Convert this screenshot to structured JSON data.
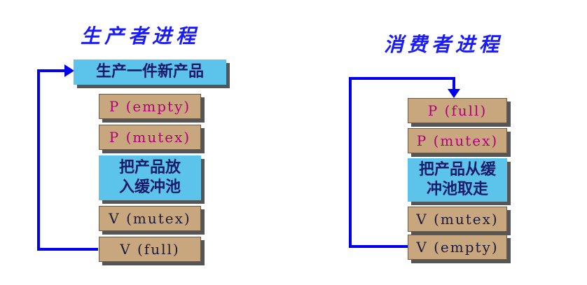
{
  "producer": {
    "title": "生产者进程",
    "steps": [
      {
        "text": "生产一件新产品",
        "style": "blue"
      },
      {
        "text": "P (empty)",
        "style": "tan-magenta"
      },
      {
        "text": "P (mutex)",
        "style": "tan-magenta"
      },
      {
        "line1": "把产品放",
        "line2": "入缓冲池",
        "style": "blue"
      },
      {
        "text": "V (mutex)",
        "style": "tan-dark"
      },
      {
        "text": "V (full)",
        "style": "tan-dark"
      }
    ]
  },
  "consumer": {
    "title": "消费者进程",
    "steps": [
      {
        "text": "P (full)",
        "style": "tan-magenta"
      },
      {
        "text": "P (mutex)",
        "style": "tan-magenta"
      },
      {
        "line1": "把产品从缓",
        "line2": "冲池取走",
        "style": "blue"
      },
      {
        "text": "V (mutex)",
        "style": "tan-dark"
      },
      {
        "text": "V (empty)",
        "style": "tan-dark"
      }
    ]
  },
  "colors": {
    "arrow": "#0000ee",
    "tan": "#c9a77e",
    "blue": "#5cc4ea",
    "magenta": "#b0007a"
  }
}
